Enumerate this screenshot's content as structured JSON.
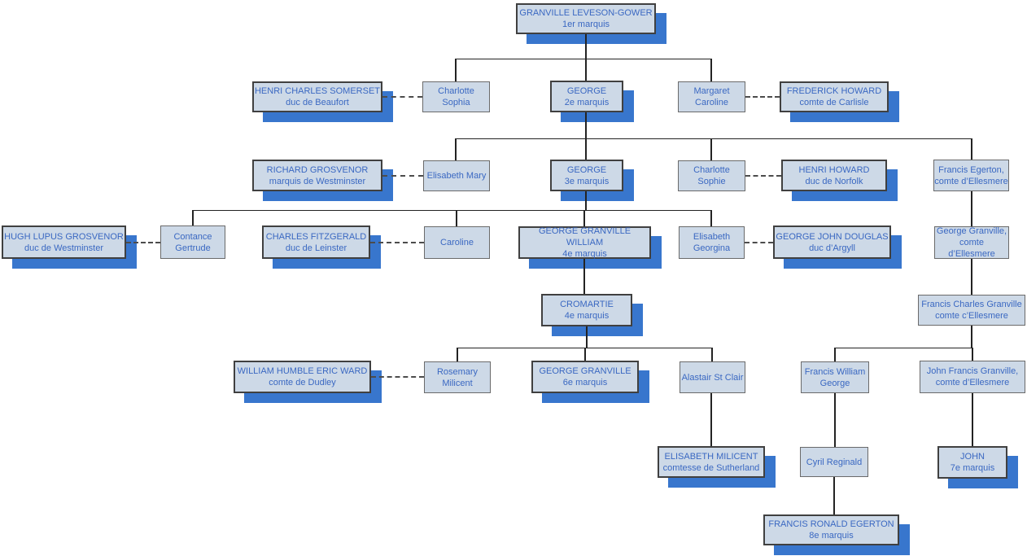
{
  "diagram": {
    "type": "family-tree",
    "family": "marquis de Stafford / Sutherland genealogy"
  },
  "colors": {
    "box_fill": "#cdd9e7",
    "box_shadow": "#3876cd",
    "text": "#3a68c2",
    "line": "#232323",
    "dashed_line": "#4c4c4c",
    "shadow_border": "#404040",
    "plain_border": "#6a6a6a"
  },
  "nodes": [
    {
      "id": "granville-leveson-gower",
      "name": "GRANVILLE LEVESON-GOWER",
      "subtitle": "1er marquis"
    },
    {
      "id": "henri-charles-somerset",
      "name": "HENRI CHARLES SOMERSET",
      "subtitle": "duc de Beaufort"
    },
    {
      "id": "charlotte-sophia",
      "name": "Charlotte",
      "subtitle": "Sophia"
    },
    {
      "id": "george-2e-marquis",
      "name": "GEORGE",
      "subtitle": "2e marquis"
    },
    {
      "id": "margaret-caroline",
      "name": "Margaret",
      "subtitle": "Caroline"
    },
    {
      "id": "frederick-howard",
      "name": "FREDERICK HOWARD",
      "subtitle": "comte de Carlisle"
    },
    {
      "id": "richard-grosvenor",
      "name": "RICHARD GROSVENOR",
      "subtitle": "marquis de Westminster"
    },
    {
      "id": "elisabeth-mary",
      "name": "Elisabeth Mary",
      "subtitle": ""
    },
    {
      "id": "george-3e-marquis",
      "name": "GEORGE",
      "subtitle": "3e marquis"
    },
    {
      "id": "charlotte-sophie",
      "name": "Charlotte",
      "subtitle": "Sophie"
    },
    {
      "id": "henri-howard",
      "name": "HENRI HOWARD",
      "subtitle": "duc de Norfolk"
    },
    {
      "id": "francis-egerton",
      "name": "Francis Egerton,",
      "subtitle": "comte d’Ellesmere"
    },
    {
      "id": "hugh-lupus-grosvenor",
      "name": "HUGH LUPUS GROSVENOR",
      "subtitle": "duc de Westminster"
    },
    {
      "id": "contance-gertrude",
      "name": "Contance",
      "subtitle": "Gertrude"
    },
    {
      "id": "charles-fitzgerald",
      "name": "CHARLES FITZGERALD",
      "subtitle": "duc de Leinster"
    },
    {
      "id": "caroline",
      "name": "Caroline",
      "subtitle": ""
    },
    {
      "id": "george-granville-william",
      "name": "GEORGE GRANVILLE WILLIAM",
      "subtitle": "4e marquis"
    },
    {
      "id": "elisabeth-georgina",
      "name": "Elisabeth",
      "subtitle": "Georgina"
    },
    {
      "id": "george-john-douglas",
      "name": "GEORGE JOHN DOUGLAS",
      "subtitle": "duc d’Argyll"
    },
    {
      "id": "george-granville-ellesmere",
      "name": "George Granville,",
      "subtitle": "comte d’Ellesmere"
    },
    {
      "id": "cromartie",
      "name": "CROMARTIE",
      "subtitle": "4e marquis"
    },
    {
      "id": "francis-charles-granville",
      "name": "Francis Charles Granville",
      "subtitle": "comte c’Ellesmere"
    },
    {
      "id": "william-humble-eric-ward",
      "name": "WILLIAM HUMBLE ERIC WARD",
      "subtitle": "comte de Dudley"
    },
    {
      "id": "rosemary-milicent",
      "name": "Rosemary",
      "subtitle": "Milicent"
    },
    {
      "id": "george-granville-6e",
      "name": "GEORGE GRANVILLE",
      "subtitle": "6e marquis"
    },
    {
      "id": "alastair-st-clair",
      "name": "Alastair St Clair",
      "subtitle": ""
    },
    {
      "id": "francis-william-george",
      "name": "Francis William",
      "subtitle": "George"
    },
    {
      "id": "john-francis-granville",
      "name": "John Francis Granville,",
      "subtitle": "comte d’Ellesmere"
    },
    {
      "id": "elisabeth-milicent",
      "name": "ELISABETH MILICENT",
      "subtitle": "comtesse de Sutherland"
    },
    {
      "id": "cyril-reginald",
      "name": "Cyril Reginald",
      "subtitle": ""
    },
    {
      "id": "john-7e-marquis",
      "name": "JOHN",
      "subtitle": "7e marquis"
    },
    {
      "id": "francis-ronald-egerton",
      "name": "FRANCIS RONALD EGERTON",
      "subtitle": "8e marquis"
    }
  ]
}
